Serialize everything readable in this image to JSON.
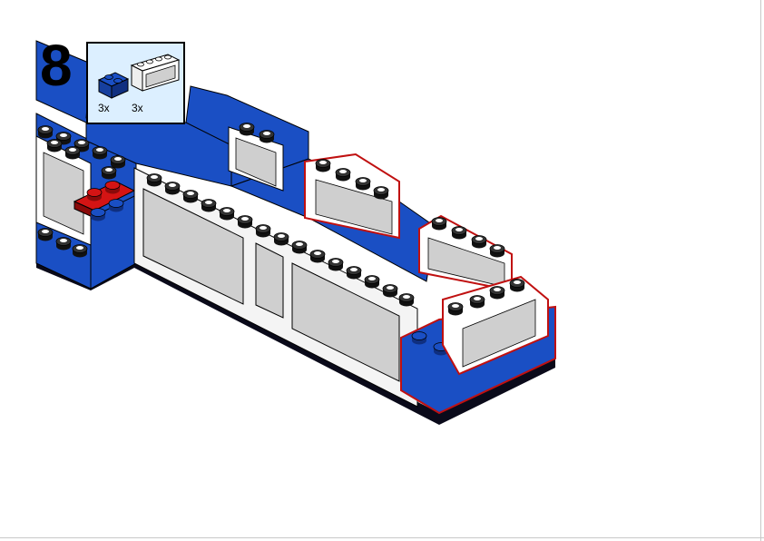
{
  "step": {
    "number": "8"
  },
  "parts_list": [
    {
      "name": "blue-brick-1x2-icon",
      "quantity": "3x",
      "color": "#1a4fc4"
    },
    {
      "name": "white-window-1x4x2-icon",
      "quantity": "3x",
      "color": "#ffffff"
    }
  ],
  "colors": {
    "brick_blue": "#1a4fc4",
    "brick_blue_dark": "#0f2f80",
    "brick_red": "#d41414",
    "highlight_outline": "#c01010",
    "window_frame": "#ffffff",
    "window_glass": "#cfcfcf",
    "callout_bg": "#dcefff",
    "stud_black": "#111111"
  }
}
